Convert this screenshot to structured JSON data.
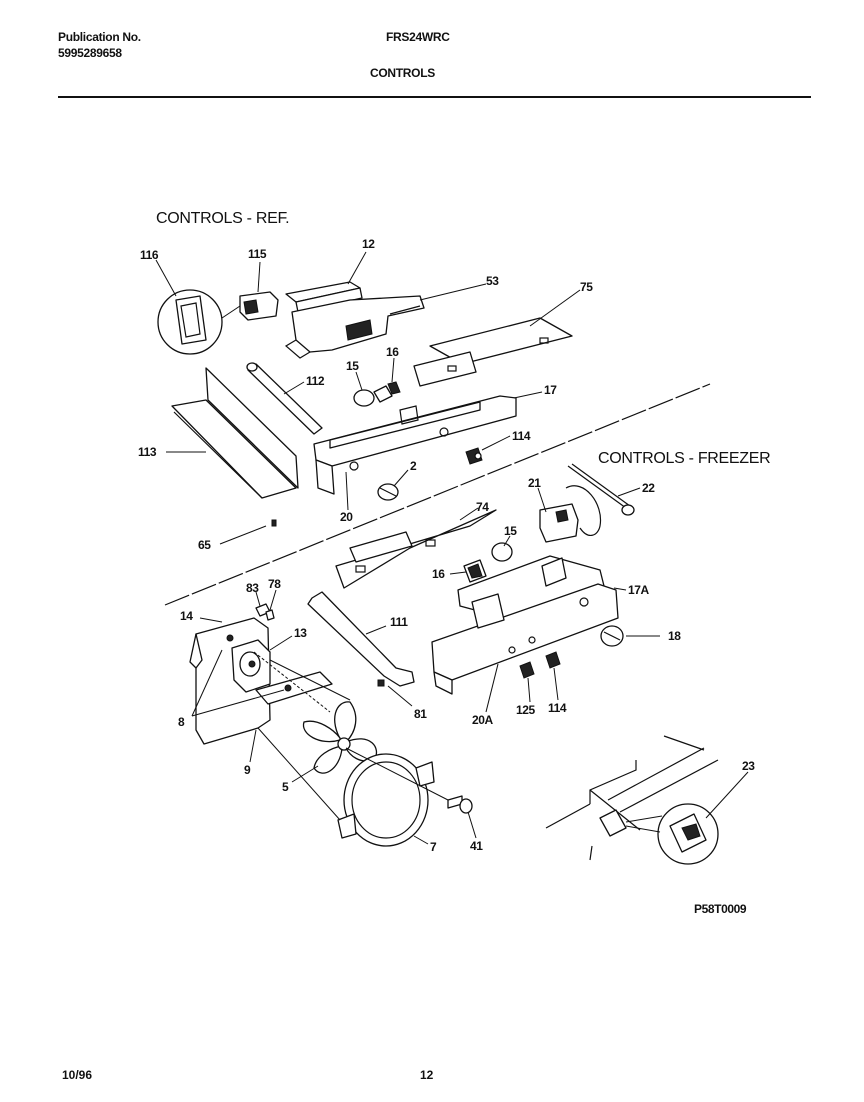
{
  "header": {
    "publication_label": "Publication No.",
    "publication_number": "5995289658",
    "model": "FRS24WRC",
    "section": "CONTROLS"
  },
  "diagram": {
    "section_ref": "CONTROLS - REF.",
    "section_freezer": "CONTROLS - FREEZER",
    "drawing_code": "P58T0009",
    "callouts": {
      "c116": "116",
      "c115": "115",
      "c12": "12",
      "c53": "53",
      "c75": "75",
      "c16a": "16",
      "c15a": "15",
      "c112": "112",
      "c17": "17",
      "c113": "113",
      "c114a": "114",
      "c2": "2",
      "c20": "20",
      "c65": "65",
      "c21": "21",
      "c22": "22",
      "c74": "74",
      "c15b": "15",
      "c16b": "16",
      "c17a": "17A",
      "c83": "83",
      "c78": "78",
      "c14": "14",
      "c111": "111",
      "c13": "13",
      "c18": "18",
      "c8": "8",
      "c81": "81",
      "c20a": "20A",
      "c125": "125",
      "c114b": "114",
      "c9": "9",
      "c5": "5",
      "c23": "23",
      "c7": "7",
      "c41": "41"
    }
  },
  "footer": {
    "date": "10/96",
    "page": "12"
  }
}
